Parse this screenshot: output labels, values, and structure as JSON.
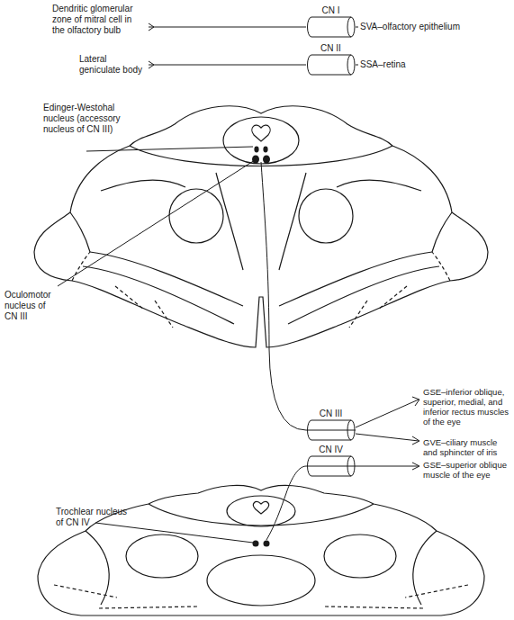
{
  "diagram": {
    "nodes": [
      {
        "text": [
          "CN I"
        ]
      },
      {
        "text": [
          "CN II"
        ]
      },
      {
        "text": [
          "CN III"
        ]
      },
      {
        "text": [
          "CN IV"
        ]
      }
    ],
    "labels": [
      "Dendritic glomerular zone of mitral cell in the olfactory bulb",
      "SVA–olfactory epithelium",
      "Lateral geniculate body",
      "SSA–retina",
      "Edinger-Westohal nucleus (accessory nucleus of CN III)",
      "Oculomotor nucleus of CN III",
      "GSE–inferior oblique, superior, medial, and inferior rectus muscles of the eye",
      "GVE–ciliary muscle and sphincter of iris",
      "Trochlear nucleus of CN IV",
      "GSE–superior oblique muscle of the eye"
    ]
  }
}
